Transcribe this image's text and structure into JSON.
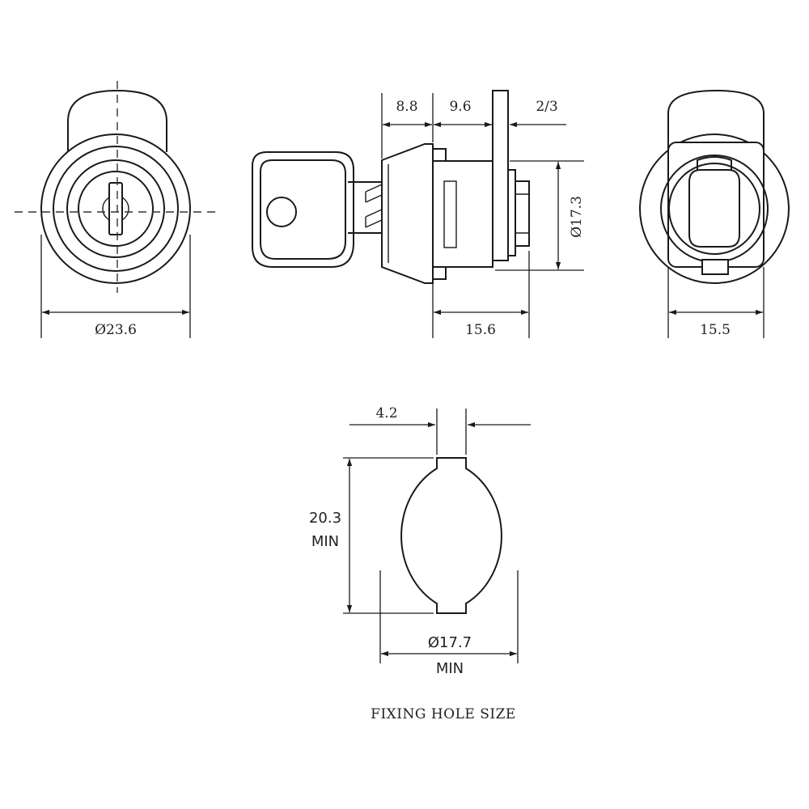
{
  "dimensions": {
    "front_diameter": "Ø23.6",
    "side_key_offset": "8.8",
    "side_body_depth": "9.6",
    "side_plate": "2/3",
    "side_thread_diameter": "Ø17.3",
    "side_body_length": "15.6",
    "rear_width": "15.5",
    "hole_flat_width": "4.2",
    "hole_height_value": "20.3",
    "hole_height_min": "MIN",
    "hole_diameter_value": "Ø17.7",
    "hole_diameter_min": "MIN"
  },
  "caption": "FIXING HOLE SIZE",
  "colors": {
    "line": "#1a1a1a",
    "background": "#ffffff"
  }
}
